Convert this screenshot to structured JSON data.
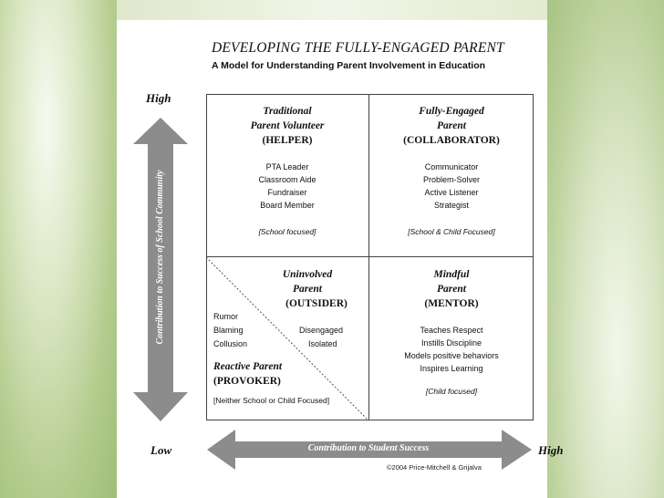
{
  "title": "DEVELOPING THE FULLY-ENGAGED PARENT",
  "subtitle": "A Model for Understanding Parent Involvement in Education",
  "axis": {
    "vertical_high": "High",
    "vertical_low": "Low",
    "vertical_label": "Contribution to Success of School Community",
    "horizontal_high": "High",
    "horizontal_label": "Contribution to Student Success"
  },
  "quadrants": {
    "top_left": {
      "line1": "Traditional",
      "line2": "Parent Volunteer",
      "role": "(HELPER)",
      "items": [
        "PTA Leader",
        "Classroom Aide",
        "Fundraiser",
        "Board Member"
      ],
      "note": "[School focused]"
    },
    "top_right": {
      "line1": "Fully-Engaged",
      "line2": "Parent",
      "role": "(COLLABORATOR)",
      "items": [
        "Communicator",
        "Problem-Solver",
        "Active Listener",
        "Strategist"
      ],
      "note": "[School & Child Focused]"
    },
    "bottom_left": {
      "line1": "Uninvolved",
      "line2": "Parent",
      "role": "(OUTSIDER)",
      "left_items": [
        "Rumor",
        "Blaming",
        "Collusion"
      ],
      "right_items": [
        "Disengaged",
        "Isolated"
      ],
      "reactive_line1": "Reactive Parent",
      "reactive_line2": "(PROVOKER)",
      "note": "[Neither School or Child Focused]"
    },
    "bottom_right": {
      "line1": "Mindful",
      "line2": "Parent",
      "role": "(MENTOR)",
      "items": [
        "Teaches Respect",
        "Instills Discipline",
        "Models positive behaviors",
        "Inspires Learning"
      ],
      "note": "[Child focused]"
    }
  },
  "copyright": "©2004 Price-Mitchell & Grijalva",
  "colors": {
    "arrow": "#8c8c8c",
    "grid": "#444444"
  }
}
